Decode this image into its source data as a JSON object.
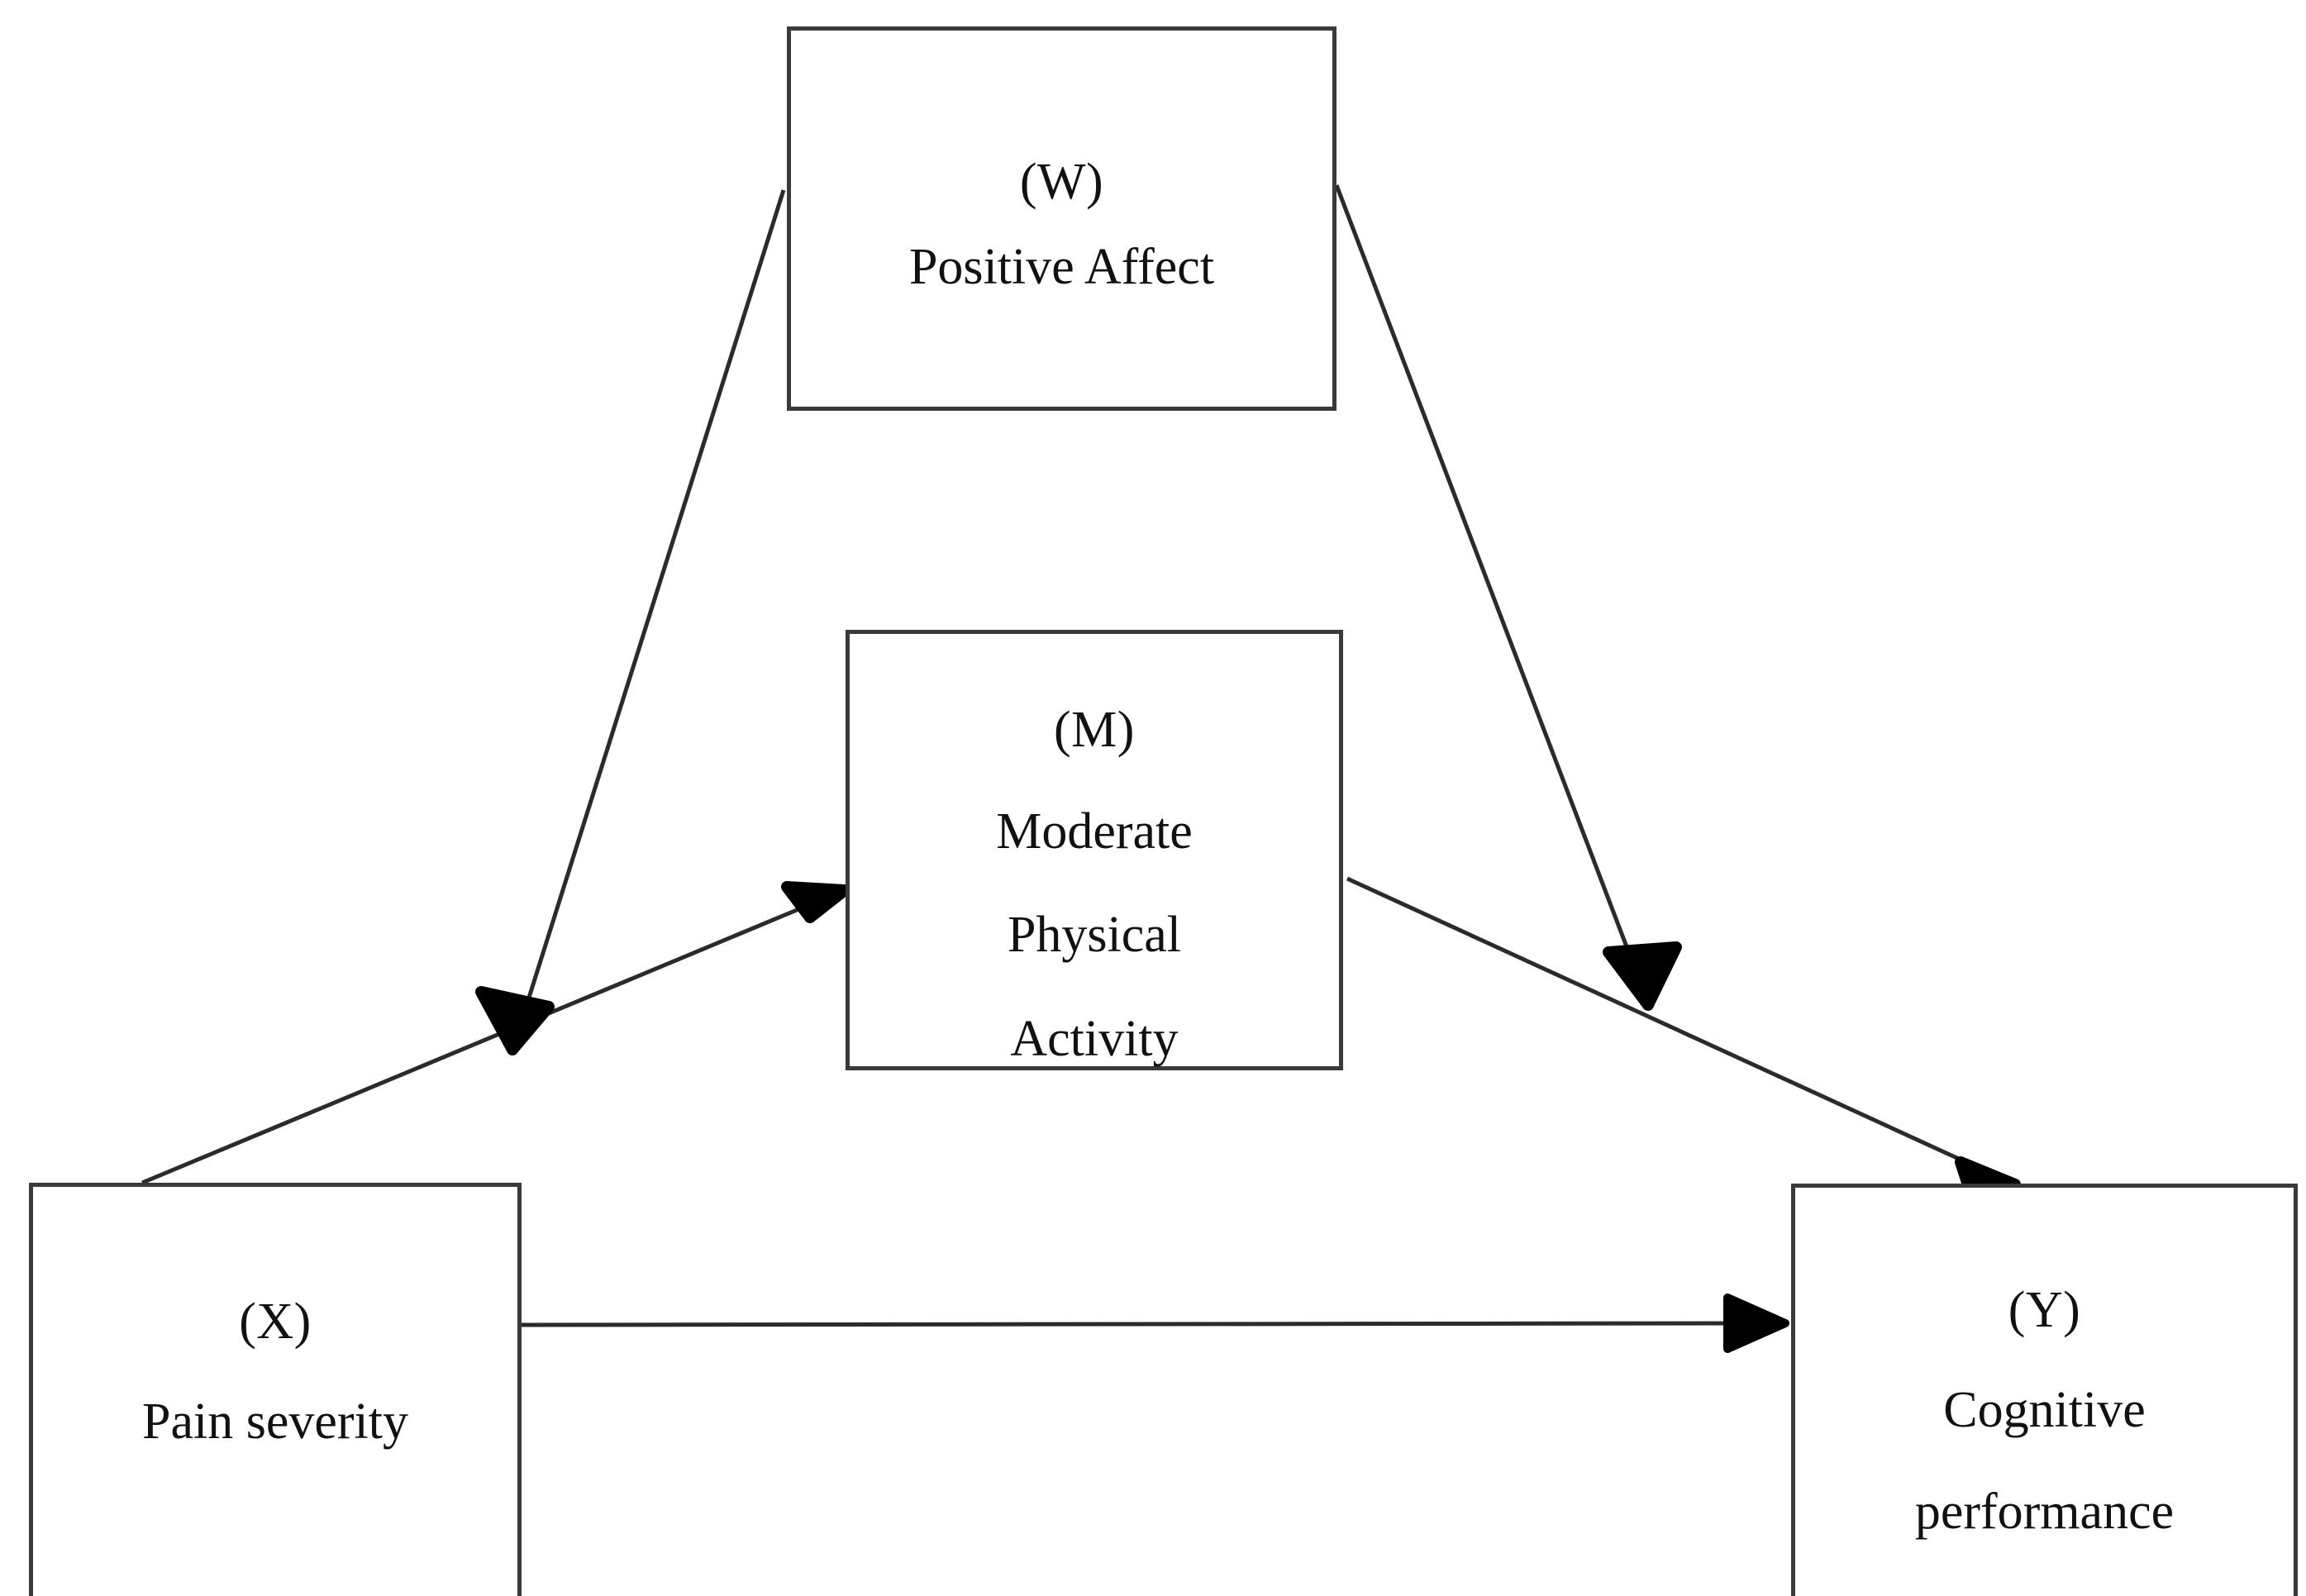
{
  "diagram": {
    "type": "moderated-mediation-path-model",
    "background_color": "#ffffff",
    "line_color": "#2b2b2b",
    "text_color": "#111111",
    "nodes": [
      {
        "id": "W",
        "code": "(W)",
        "label_lines": [
          "Positive Affect"
        ],
        "role": "moderator"
      },
      {
        "id": "M",
        "code": "(M)",
        "label_lines": [
          "Moderate",
          "Physical",
          "Activity"
        ],
        "role": "mediator"
      },
      {
        "id": "X",
        "code": "(X)",
        "label_lines": [
          "Pain severity"
        ],
        "role": "predictor"
      },
      {
        "id": "Y",
        "code": "(Y)",
        "label_lines": [
          "Cognitive",
          "performance"
        ],
        "role": "outcome"
      }
    ],
    "edges": [
      {
        "id": "x-to-m",
        "from": "X",
        "to": "M",
        "label": ""
      },
      {
        "id": "m-to-y",
        "from": "M",
        "to": "Y",
        "label": ""
      },
      {
        "id": "x-to-y",
        "from": "X",
        "to": "Y",
        "label": ""
      },
      {
        "id": "w-moderates-x-to-m",
        "from": "W",
        "to": "x-to-m",
        "label": ""
      },
      {
        "id": "w-moderates-m-to-y",
        "from": "W",
        "to": "m-to-y",
        "label": ""
      }
    ]
  }
}
